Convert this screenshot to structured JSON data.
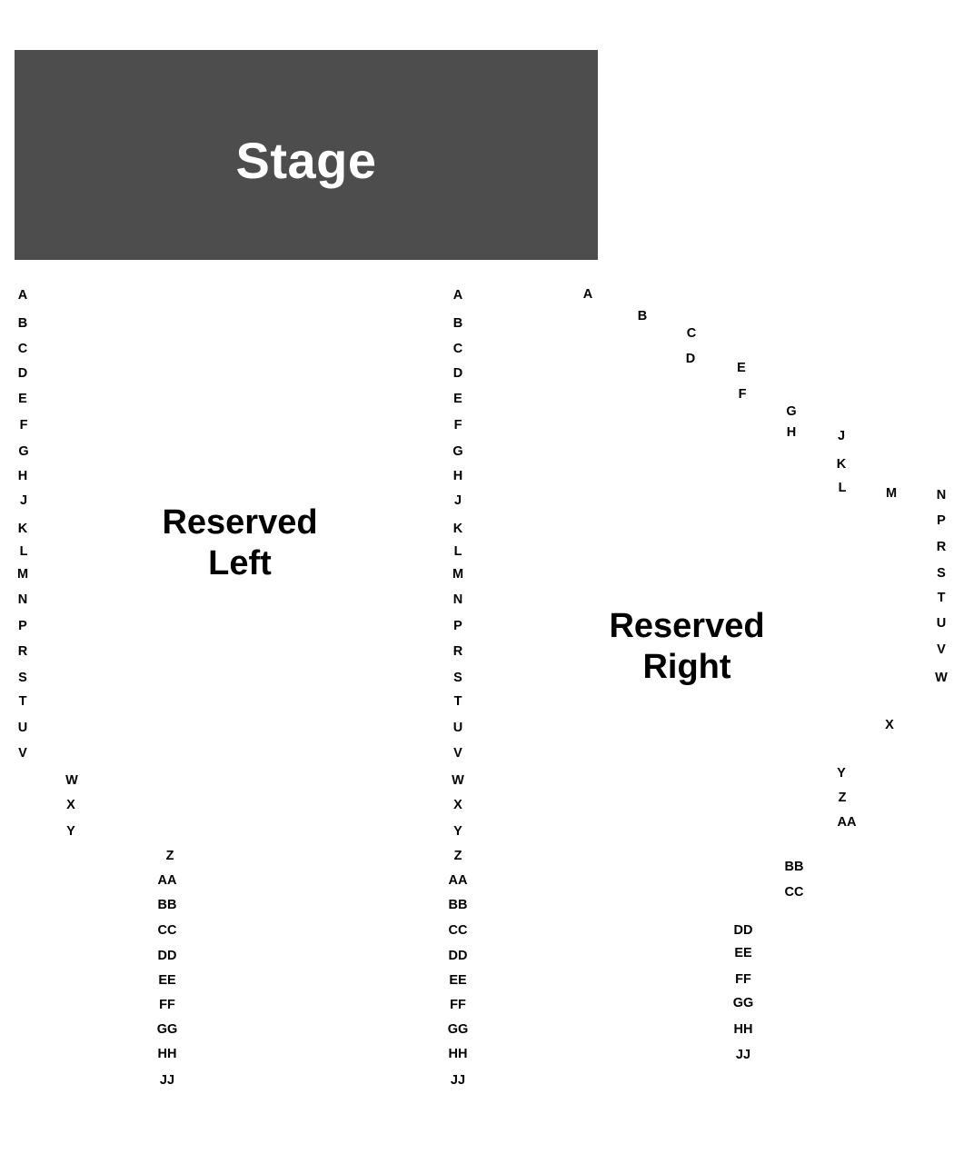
{
  "stage": {
    "label": "Stage",
    "color": "#4d4d4d"
  },
  "sections": {
    "reserved_left": {
      "line1": "Reserved",
      "line2": "Left"
    },
    "reserved_right": {
      "line1": "Reserved",
      "line2": "Right"
    }
  },
  "rows": {
    "left_outer": [
      "A",
      "B",
      "C",
      "D",
      "E",
      "F",
      "G",
      "H",
      "J",
      "K",
      "L",
      "M",
      "N",
      "P",
      "R",
      "S",
      "T",
      "U",
      "V",
      "W",
      "X",
      "Y",
      "Z",
      "AA",
      "BB",
      "CC",
      "DD",
      "EE",
      "FF",
      "GG",
      "HH",
      "JJ"
    ],
    "left_inner": [
      "A",
      "B",
      "C",
      "D",
      "E",
      "F",
      "G",
      "H",
      "J",
      "K",
      "L",
      "M",
      "N",
      "P",
      "R",
      "S",
      "T",
      "U",
      "V",
      "W",
      "X",
      "Y",
      "Z",
      "AA",
      "BB",
      "CC",
      "DD",
      "EE",
      "FF",
      "GG",
      "HH",
      "JJ"
    ],
    "right_curve": [
      "A",
      "B",
      "C",
      "D",
      "E",
      "F",
      "G",
      "H",
      "J",
      "K",
      "L",
      "M",
      "N",
      "P",
      "R",
      "S",
      "T",
      "U",
      "V",
      "W",
      "X",
      "Y",
      "Z",
      "AA",
      "BB",
      "CC",
      "DD",
      "EE",
      "FF",
      "GG",
      "HH",
      "JJ"
    ]
  }
}
